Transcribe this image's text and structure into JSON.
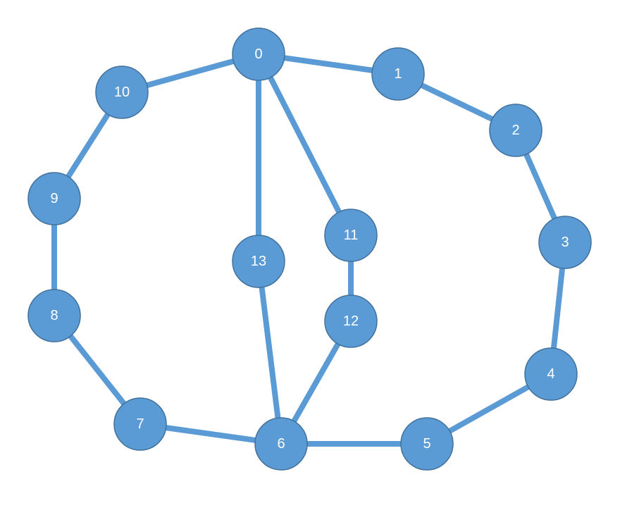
{
  "graph": {
    "nodes": [
      {
        "id": "0",
        "label": "0"
      },
      {
        "id": "1",
        "label": "1"
      },
      {
        "id": "2",
        "label": "2"
      },
      {
        "id": "3",
        "label": "3"
      },
      {
        "id": "4",
        "label": "4"
      },
      {
        "id": "5",
        "label": "5"
      },
      {
        "id": "6",
        "label": "6"
      },
      {
        "id": "7",
        "label": "7"
      },
      {
        "id": "8",
        "label": "8"
      },
      {
        "id": "9",
        "label": "9"
      },
      {
        "id": "10",
        "label": "10"
      },
      {
        "id": "11",
        "label": "11"
      },
      {
        "id": "12",
        "label": "12"
      },
      {
        "id": "13",
        "label": "13"
      }
    ],
    "edges": [
      [
        "0",
        "1"
      ],
      [
        "1",
        "2"
      ],
      [
        "2",
        "3"
      ],
      [
        "3",
        "4"
      ],
      [
        "4",
        "5"
      ],
      [
        "5",
        "6"
      ],
      [
        "6",
        "7"
      ],
      [
        "7",
        "8"
      ],
      [
        "8",
        "9"
      ],
      [
        "9",
        "10"
      ],
      [
        "10",
        "0"
      ],
      [
        "0",
        "13"
      ],
      [
        "13",
        "6"
      ],
      [
        "0",
        "11"
      ],
      [
        "11",
        "12"
      ],
      [
        "12",
        "6"
      ]
    ],
    "colors": {
      "node_fill": "#5b9bd5",
      "node_stroke": "#41719c",
      "edge": "#5b9bd5",
      "label": "#ffffff"
    }
  }
}
